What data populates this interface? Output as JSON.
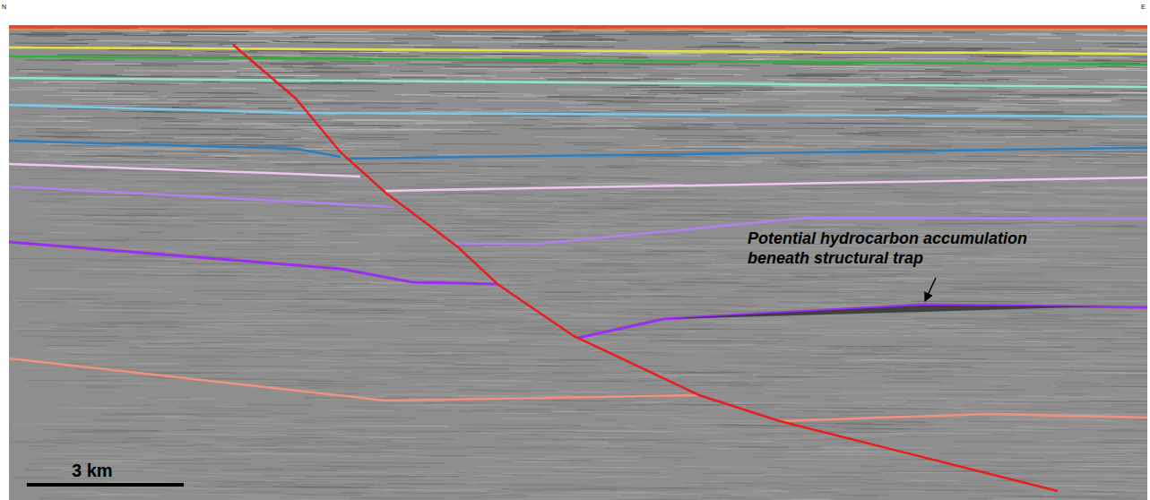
{
  "diagram": {
    "labels": [
      "N",
      "E",
      "Potential hydrocarbon accumulation beneath structural trap",
      "3 km"
    ]
  }
}
